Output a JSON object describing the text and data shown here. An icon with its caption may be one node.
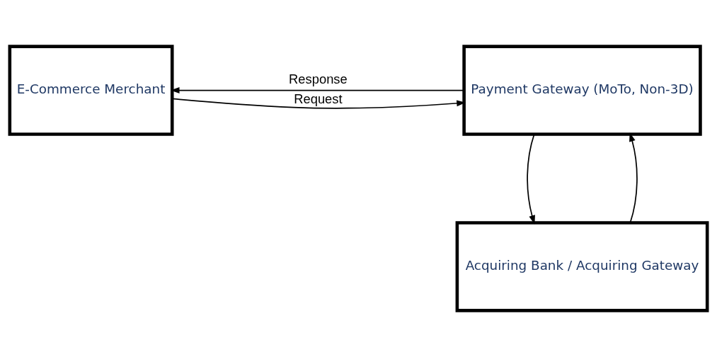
{
  "diagram": {
    "nodes": [
      {
        "text": [
          "E-Commerce Merchant"
        ]
      },
      {
        "text": [
          "Payment Gateway (MoTo, Non-3D)"
        ]
      },
      {
        "text": [
          "Acquiring Bank / Acquiring Gateway"
        ]
      }
    ],
    "edges": [
      {
        "from": 0,
        "to": 1,
        "arrow": "to",
        "label": "Request"
      },
      {
        "from": 1,
        "to": 0,
        "arrow": "to",
        "label": "Response"
      },
      {
        "from": 1,
        "to": 2,
        "arrow": "to"
      },
      {
        "from": 2,
        "to": 1,
        "arrow": "to"
      }
    ]
  }
}
